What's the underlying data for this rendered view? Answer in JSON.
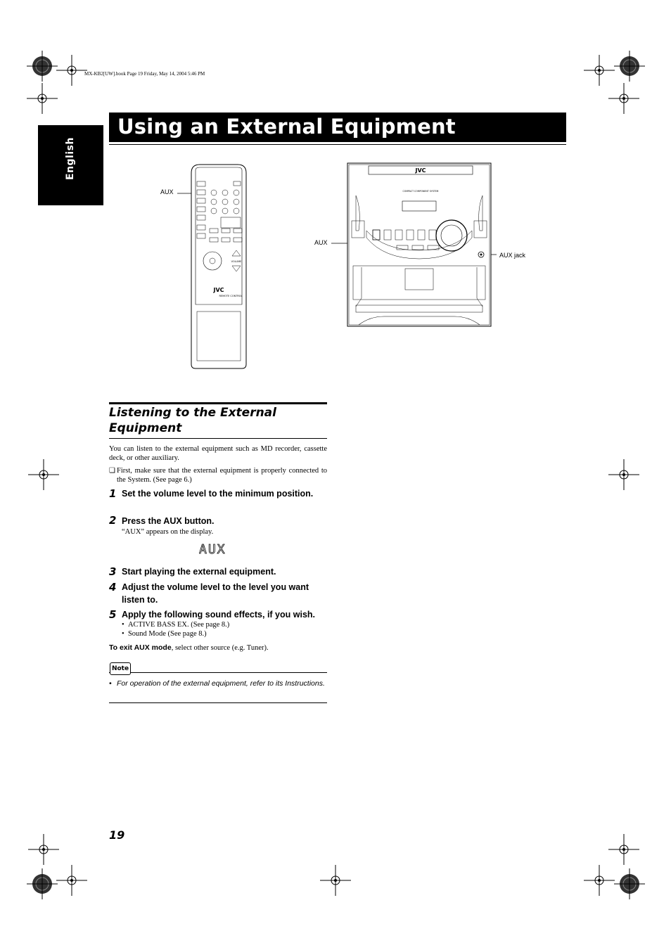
{
  "header": {
    "book_info": "MX-KB2[UW].book  Page 19  Friday, May 14, 2004  5:46 PM"
  },
  "page": {
    "title": "Using an External Equipment",
    "language_tab": "English",
    "page_number": "19"
  },
  "figure": {
    "remote_callout": "AUX",
    "unit_callout_aux": "AUX",
    "unit_callout_jack": "AUX jack",
    "remote_brand": "JVC",
    "remote_label": "REMOTE CONTROL",
    "remote_volume": "VOLUME",
    "unit_brand": "JVC",
    "unit_label": "COMPACT COMPONENT SYSTEM"
  },
  "section": {
    "title": "Listening to the External Equipment",
    "intro": "You can listen to the external equipment such as MD recorder, cassette deck, or other auxiliary.",
    "check_mark": "❏",
    "first_note": "First, make sure that the external equipment is properly connected to the System. (See page 6.)",
    "steps": [
      {
        "num": "1",
        "text": "Set the volume level to the minimum position."
      },
      {
        "num": "2",
        "text": "Press the AUX button.",
        "sub": "“AUX” appears on the display."
      },
      {
        "num": "3",
        "text": "Start playing the external equipment."
      },
      {
        "num": "4",
        "text": "Adjust the volume level to the level you want listen to."
      },
      {
        "num": "5",
        "text": "Apply the following sound effects, if you wish.",
        "bullets": [
          "ACTIVE BASS EX. (See page 8.)",
          "Sound Mode (See page 8.)"
        ]
      }
    ],
    "display_readout": "AUX",
    "exit_label": "To exit AUX mode",
    "exit_text": ", select other source (e.g. Tuner).",
    "note_label": "Note",
    "note_text": "For operation of the external equipment, refer to its Instructions."
  }
}
